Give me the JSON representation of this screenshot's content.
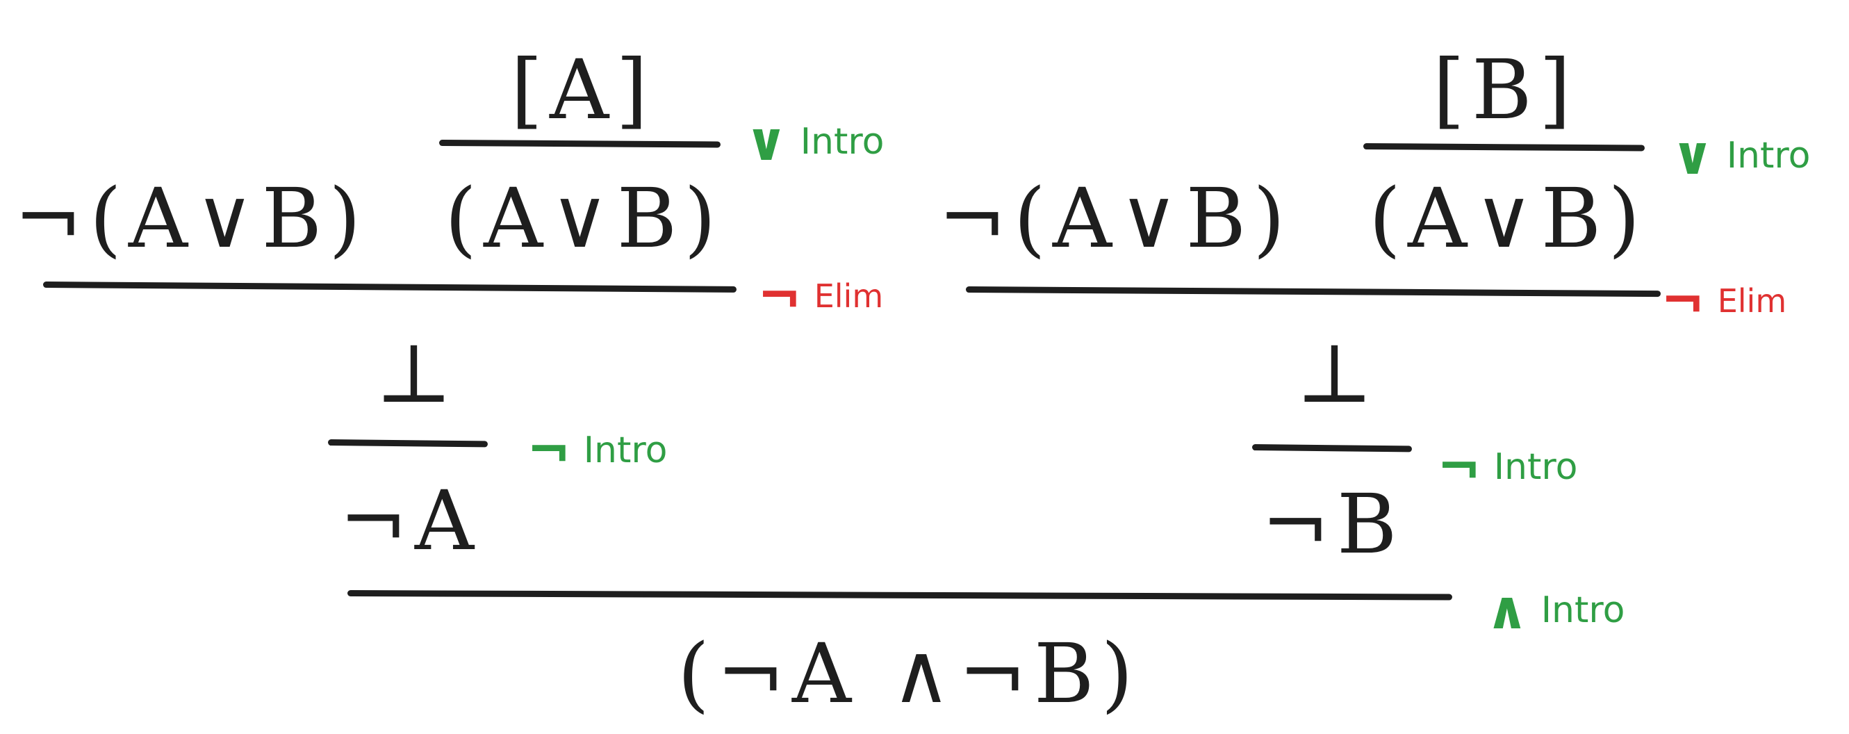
{
  "proof": {
    "left_branch": {
      "assumption": "[A]",
      "premise_negation": "¬(A∨B)",
      "premise_disjunction": "(A∨B)",
      "contradiction": "⊥",
      "conclusion": "¬A",
      "rule_or_intro": {
        "symbol": "∨",
        "name": "Intro"
      },
      "rule_neg_elim": {
        "symbol": "¬",
        "name": "Elim"
      },
      "rule_neg_intro": {
        "symbol": "¬",
        "name": "Intro"
      }
    },
    "right_branch": {
      "assumption": "[B]",
      "premise_negation": "¬(A∨B)",
      "premise_disjunction": "(A∨B)",
      "contradiction": "⊥",
      "conclusion": "¬B",
      "rule_or_intro": {
        "symbol": "∨",
        "name": "Intro"
      },
      "rule_neg_elim": {
        "symbol": "¬",
        "name": "Elim"
      },
      "rule_neg_intro": {
        "symbol": "¬",
        "name": "Intro"
      }
    },
    "final_rule": {
      "symbol": "∧",
      "name": "Intro"
    },
    "final_conclusion": "(¬A ∧¬B)"
  },
  "colors": {
    "ink": "#1e1e1e",
    "intro_rule": "#2f9e44",
    "elim_rule": "#e03131"
  }
}
